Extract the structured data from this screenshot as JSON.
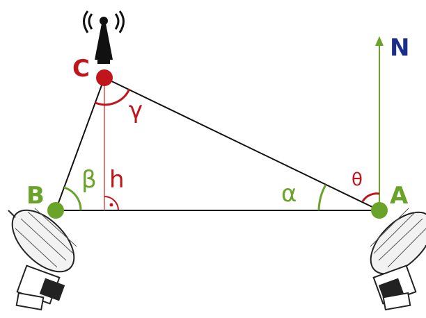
{
  "colors": {
    "red": "#c0161b",
    "green": "#6aa329",
    "navy": "#1a2f8c",
    "black": "#111111",
    "pink_line": "#e07a7a"
  },
  "points": {
    "A": {
      "label": "A"
    },
    "B": {
      "label": "B"
    },
    "C": {
      "label": "C"
    }
  },
  "angles": {
    "alpha": "α",
    "beta": "β",
    "gamma": "γ",
    "theta": "θ"
  },
  "height_label": "h",
  "north_label": "N",
  "right_angle_mark": "·",
  "icons": {
    "tower": "radio-tower-icon",
    "antenna_left": "satellite-dish-icon",
    "antenna_right": "satellite-dish-icon"
  }
}
